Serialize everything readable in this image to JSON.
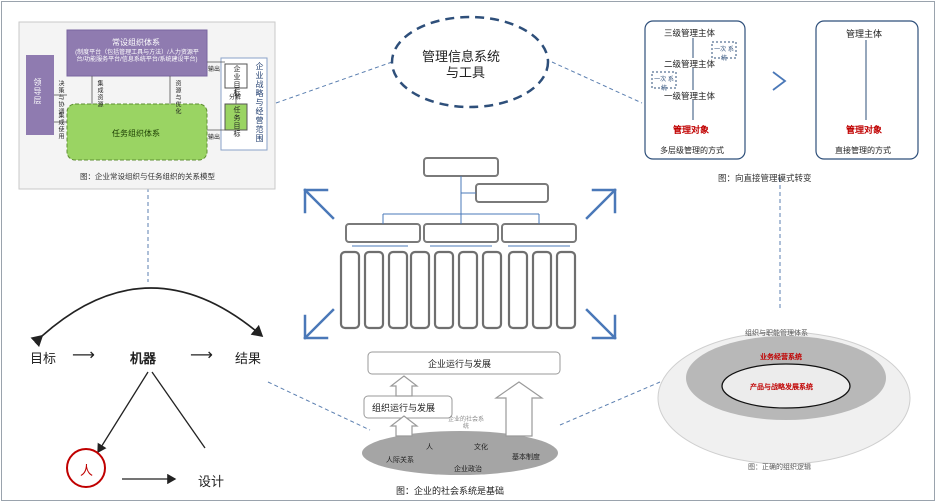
{
  "left_model": {
    "left_bar": "领导层",
    "permanent_title": "常设组织体系",
    "permanent_desc": "(制度平台（包括管理工具与方法）/人力资源平台/功能服务平台/信息系统平台/系统建设平台)",
    "task_title": "任务组织体系",
    "goal_box": "企业目标",
    "task_goal": "任务目标",
    "strategy_label": "企业战略与经营范围",
    "link_decision": "决策与协调",
    "link_integrate": "集成使用",
    "link_resource": "集成资源",
    "link_support": "资源与优化",
    "link_breakdown": "分解",
    "link_source1": "输出",
    "link_source2": "输出",
    "caption": "图：企业常设组织与任务组织的关系模型"
  },
  "top_center": {
    "line1": "管理信息系统",
    "line2": "与工具"
  },
  "top_right": {
    "level3": "三级管理主体",
    "level2": "二级管理主体",
    "level1": "一级管理主体",
    "tool": "一次 系统",
    "target_left": "管理对象",
    "caption_left": "多层级管理的方式",
    "subject_right": "管理主体",
    "target_right": "管理对象",
    "caption_right": "直接管理的方式",
    "arrow": ">",
    "caption": "图：向直接管理模式转变"
  },
  "mid_left": {
    "goal": "目标",
    "machine": "机器",
    "result": "结果",
    "person": "人",
    "design": "设计",
    "arrow": "⟶"
  },
  "center_bottom": {
    "top_box": "企业运行与发展",
    "mid_box": "组织运行与发展",
    "social_label": "企业的社会系统",
    "ellipse_items": [
      "人",
      "文化",
      "人际关系",
      "基本制度",
      "企业政治"
    ],
    "caption": "图：企业的社会系统是基础"
  },
  "bottom_right": {
    "outer": "组织与职能管理体系",
    "middle": "业务经营系统",
    "inner": "产品与战略发展系统",
    "caption": "图：正确的组织逻辑"
  },
  "colors": {
    "purple": "#8f7bb0",
    "green": "#9ad463",
    "blue": "#3f6fa8",
    "red": "#c00000",
    "grey": "#7f7f7f"
  }
}
